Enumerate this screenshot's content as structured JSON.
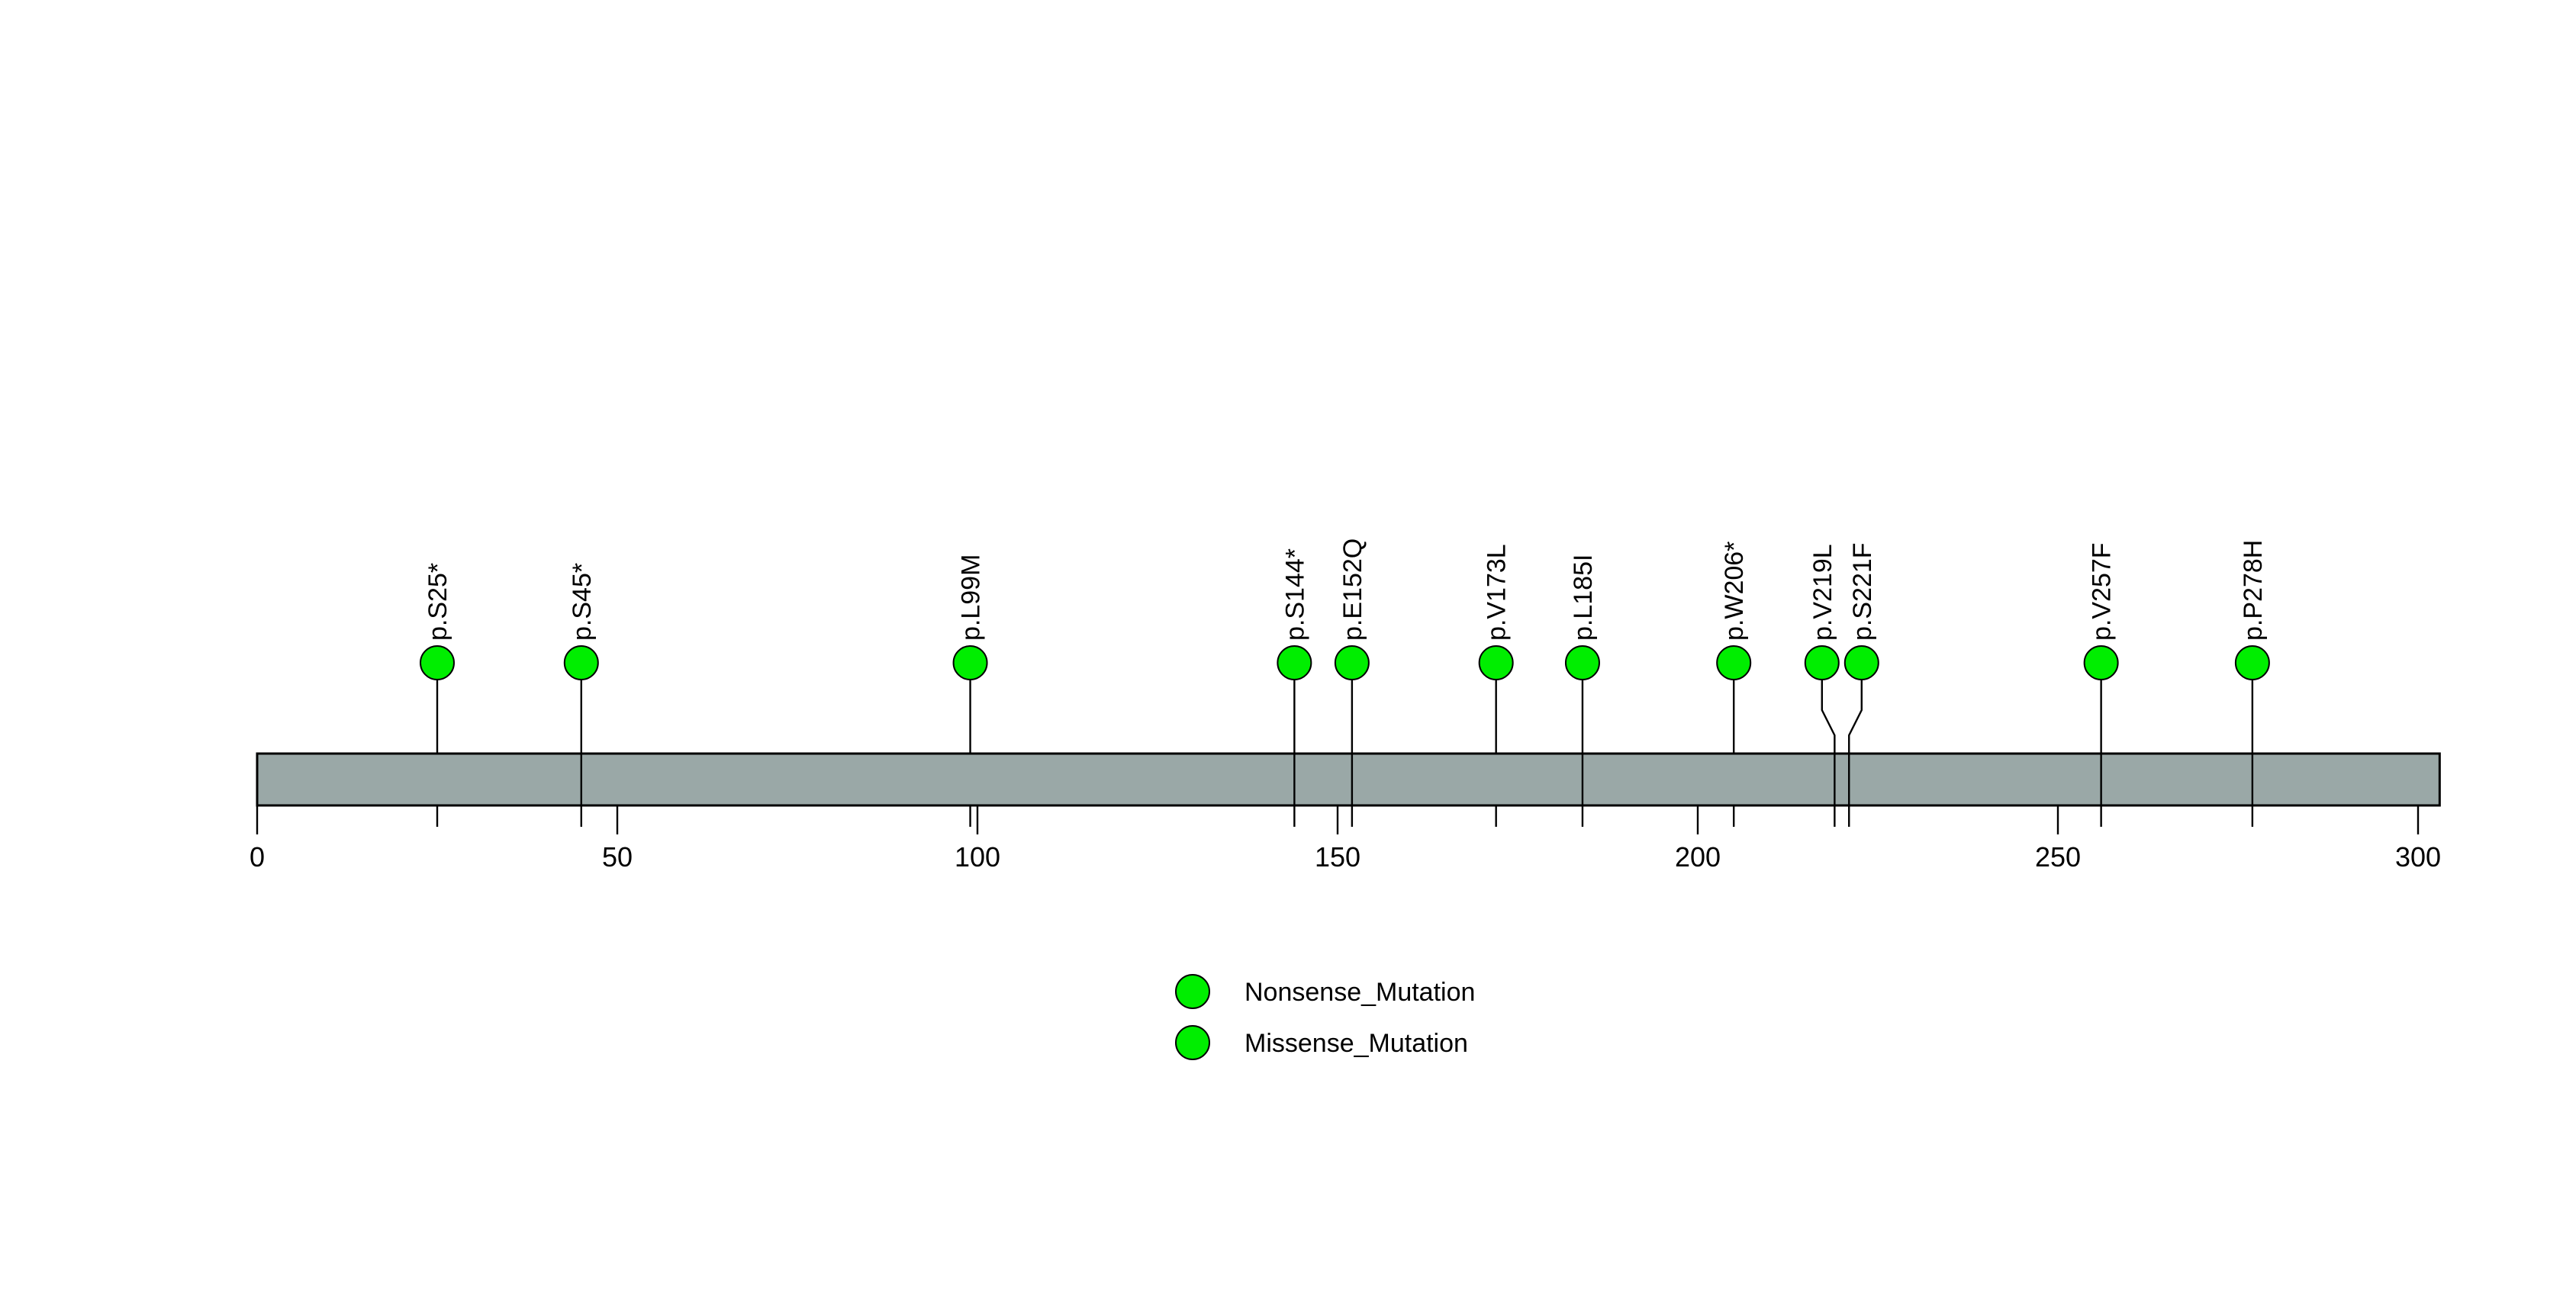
{
  "chart_data": {
    "type": "lollipop",
    "title": "",
    "xlabel": "",
    "ylabel": "",
    "xlim": [
      0,
      303
    ],
    "protein_length": 303,
    "axis_ticks": [
      {
        "value": 0,
        "label": "0"
      },
      {
        "value": 50,
        "label": "50"
      },
      {
        "value": 100,
        "label": "100"
      },
      {
        "value": 150,
        "label": "150"
      },
      {
        "value": 200,
        "label": "200"
      },
      {
        "value": 250,
        "label": "250"
      },
      {
        "value": 300,
        "label": "300"
      }
    ],
    "grid": false,
    "legend_position": "bottom-center",
    "marker_color": "#00ee00",
    "marker_outline": "#000000",
    "backbone_color": "#9aa8a7",
    "backbone_outline": "#000000",
    "mutations": [
      {
        "label": "p.S25*",
        "position": 25,
        "type": "Nonsense_Mutation",
        "count": 1,
        "color": "#00ee00"
      },
      {
        "label": "p.S45*",
        "position": 45,
        "type": "Nonsense_Mutation",
        "count": 1,
        "color": "#00ee00"
      },
      {
        "label": "p.L99M",
        "position": 99,
        "type": "Missense_Mutation",
        "count": 1,
        "color": "#00ee00"
      },
      {
        "label": "p.S144*",
        "position": 144,
        "type": "Nonsense_Mutation",
        "count": 1,
        "color": "#00ee00"
      },
      {
        "label": "p.E152Q",
        "position": 152,
        "type": "Missense_Mutation",
        "count": 1,
        "color": "#00ee00"
      },
      {
        "label": "p.V173L",
        "position": 172,
        "type": "Missense_Mutation",
        "count": 1,
        "color": "#00ee00"
      },
      {
        "label": "p.L185I",
        "position": 184,
        "type": "Missense_Mutation",
        "count": 1,
        "color": "#00ee00"
      },
      {
        "label": "p.W206*",
        "position": 205,
        "type": "Nonsense_Mutation",
        "count": 1,
        "color": "#00ee00"
      },
      {
        "label": "p.V219L",
        "position": 219,
        "type": "Missense_Mutation",
        "count": 1,
        "color": "#00ee00"
      },
      {
        "label": "p.S221F",
        "position": 221,
        "type": "Missense_Mutation",
        "count": 1,
        "color": "#00ee00"
      },
      {
        "label": "p.V257F",
        "position": 256,
        "type": "Missense_Mutation",
        "count": 1,
        "color": "#00ee00"
      },
      {
        "label": "p.P278H",
        "position": 277,
        "type": "Missense_Mutation",
        "count": 1,
        "color": "#00ee00"
      }
    ],
    "domain_boundaries": [
      45,
      144,
      152,
      184,
      219,
      221,
      256,
      277
    ],
    "legend": [
      {
        "label": "Nonsense_Mutation",
        "color": "#00ee00"
      },
      {
        "label": "Missense_Mutation",
        "color": "#00ee00"
      }
    ]
  }
}
